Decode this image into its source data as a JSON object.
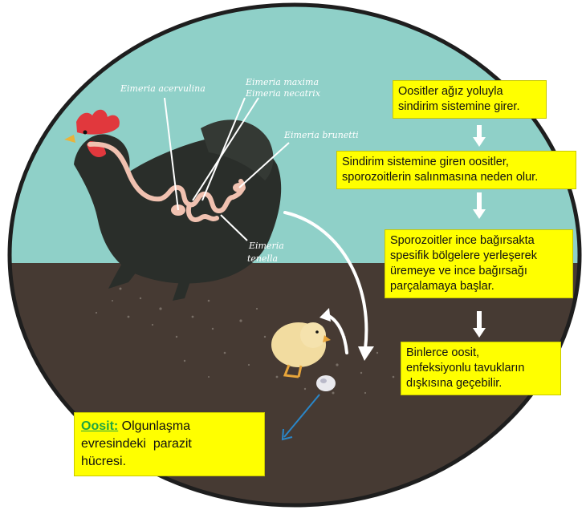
{
  "colors": {
    "sky": "#8fd0c8",
    "ground": "#463a33",
    "hen_body": "#2a2e2a",
    "comb": "#e1383d",
    "intestine": "#f0c1b0",
    "chick": "#f2dca0",
    "box_fill": "#ffff00",
    "term_green": "#22a640",
    "arrow_blue": "#2a86c8"
  },
  "species_labels": {
    "acervulina": "Eimeria acervulina",
    "maxima": "Eimeria maxima",
    "necatrix": "Eimeria necatrix",
    "brunetti": "Eimeria brunetti",
    "tenella_1": "Eimeria",
    "tenella_2": "tenella"
  },
  "steps": [
    {
      "lines": [
        "Oositler ağız yoluyla",
        "sindirim sistemine girer."
      ]
    },
    {
      "lines": [
        "Sindirim sistemine giren oositler,",
        "sporozoitlerin salınmasına neden olur."
      ]
    },
    {
      "lines": [
        "Sporozoitler ince bağırsakta",
        "spesifik bölgelere yerleşerek",
        "üremeye ve ince bağırsağı",
        "parçalamaya başlar."
      ]
    },
    {
      "lines": [
        "Binlerce oosit,",
        "enfeksiyonlu tavukların",
        "dışkısına geçebilir."
      ]
    }
  ],
  "definition": {
    "term": "Oosit:",
    "text_1": " Olgunlaşma",
    "text_2": "evresindeki  parazit",
    "text_3": "hücresi."
  }
}
